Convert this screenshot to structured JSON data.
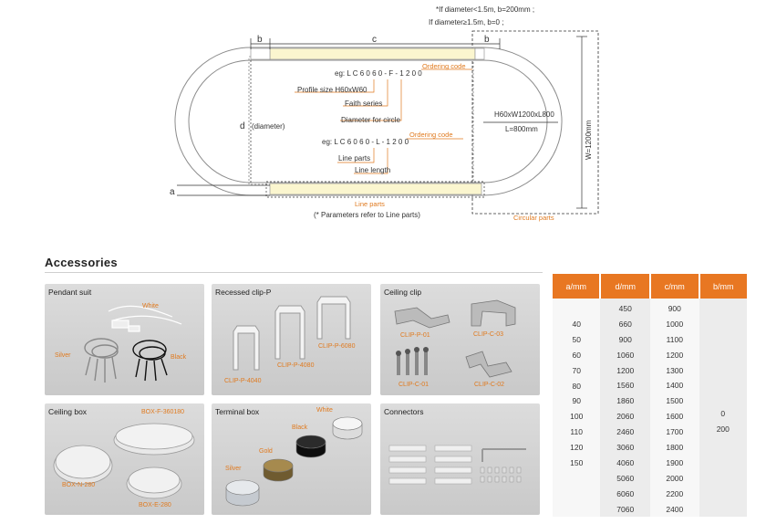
{
  "diagram": {
    "note_line1": "*If diameter<1.5m, b=200mm ;",
    "note_line2": "If diameter≥1.5m, b=0 ;",
    "label_b_left": "b",
    "label_c": "c",
    "label_b_right": "b",
    "label_d": "d",
    "label_diameter": "(diameter)",
    "label_a": "a",
    "ordering_code_1": "Ordering code",
    "example_1": "eg:  L C 6 0 6 0 - F - 1 2 0 0",
    "profile_size": "Profile size H60xW60",
    "faith_series": "Faith series",
    "diameter_for_circle": "Diameter for circle",
    "ordering_code_2": "Ordering code",
    "example_2": "eg:  L C 6 0 6 0 - L - 1 2 0 0",
    "line_parts_label": "Line parts",
    "line_length": "Line length",
    "line_parts": "Line parts",
    "param_note": "(* Parameters refer to Line parts)",
    "circ_size": "H60xW1200xL800",
    "circ_l": "L=800mm",
    "circ_w": "W=1200mm",
    "circular_parts": "Circular parts"
  },
  "accessories": {
    "title": "Accessories",
    "pendant": {
      "title": "Pendant suit",
      "white": "White",
      "silver": "Silver",
      "black": "Black"
    },
    "recessed": {
      "title": "Recessed clip-P",
      "p4040": "CLIP-P-4040",
      "p4080": "CLIP-P-4080",
      "p6080": "CLIP-P-6080"
    },
    "ceilingclip": {
      "title": "Ceiling clip",
      "p01": "CLIP-P-01",
      "c03": "CLIP-C-03",
      "c01": "CLIP-C-01",
      "c02": "CLIP-C-02"
    },
    "ceilingbox": {
      "title": "Ceiling box",
      "f": "BOX-F-360180",
      "n": "BOX-N-280",
      "e": "BOX-E-280"
    },
    "terminal": {
      "title": "Terminal box",
      "white": "White",
      "black": "Black",
      "gold": "Gold",
      "silver": "Silver"
    },
    "connectors": {
      "title": "Connectors"
    }
  },
  "spec_table": {
    "headers": [
      "a/mm",
      "d/mm",
      "c/mm",
      "b/mm"
    ],
    "a_values": [
      "40",
      "50",
      "60",
      "70",
      "80",
      "90",
      "100",
      "110",
      "120",
      "150"
    ],
    "d_values": [
      "450",
      "660",
      "900",
      "1060",
      "1200",
      "1560",
      "1860",
      "2060",
      "2460",
      "3060",
      "4060",
      "5060",
      "6060",
      "7060"
    ],
    "c_values": [
      "900",
      "1000",
      "1100",
      "1200",
      "1300",
      "1400",
      "1500",
      "1600",
      "1700",
      "1800",
      "1900",
      "2000",
      "2200",
      "2400"
    ],
    "b_values": [
      "0",
      "200"
    ]
  },
  "colors": {
    "accent": "#e87722",
    "label_orange": "#e07a1f"
  }
}
